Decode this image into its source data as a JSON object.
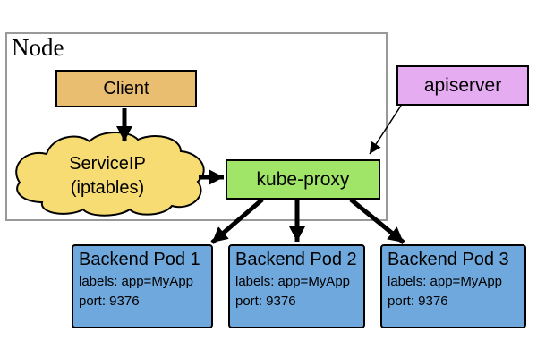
{
  "colors": {
    "client_fill": "#EABE70",
    "cloud_fill": "#F7DC74",
    "kube_proxy_fill": "#A0E568",
    "apiserver_fill": "#E5ACF2",
    "pod_fill": "#6FA8DC",
    "node_border": "#999999",
    "arrow": "#000000"
  },
  "node": {
    "label": "Node"
  },
  "client": {
    "label": "Client"
  },
  "service_ip": {
    "line1": "ServiceIP",
    "line2": "(iptables)"
  },
  "kube_proxy": {
    "label": "kube-proxy"
  },
  "apiserver": {
    "label": "apiserver"
  },
  "pods": [
    {
      "title": "Backend Pod 1",
      "labels": "labels: app=MyApp",
      "port": "port: 9376"
    },
    {
      "title": "Backend Pod 2",
      "labels": "labels: app=MyApp",
      "port": "port: 9376"
    },
    {
      "title": "Backend Pod 3",
      "labels": "labels: app=MyApp",
      "port": "port: 9376"
    }
  ]
}
